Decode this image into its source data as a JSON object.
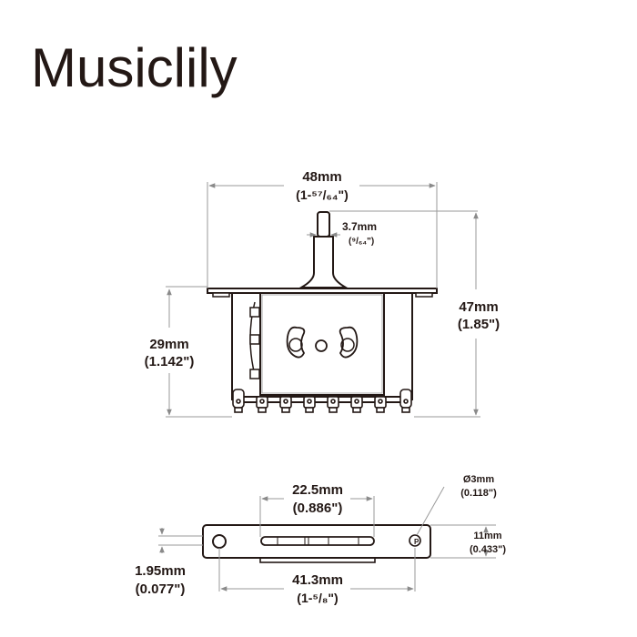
{
  "brand": "Musiclily",
  "top_view": {
    "width": {
      "mm": "48mm",
      "inch": "(1-⁵⁷/₆₄\")"
    },
    "lever_width": {
      "mm": "3.7mm",
      "inch": "(⁹/₆₄\")"
    },
    "total_height": {
      "mm": "47mm",
      "inch": "(1.85\")"
    },
    "body_height": {
      "mm": "29mm",
      "inch": "(1.142\")"
    },
    "terminal_count": 8
  },
  "bottom_view": {
    "slot_length": {
      "mm": "22.5mm",
      "inch": "(0.886\")"
    },
    "hole_diameter": {
      "mm": "Ø3mm",
      "inch": "(0.118\")"
    },
    "plate_height": {
      "mm": "11mm",
      "inch": "(0.433\")"
    },
    "plate_thickness": {
      "mm": "1.95mm",
      "inch": "(0.077\")"
    },
    "hole_spacing": {
      "mm": "41.3mm",
      "inch": "(1-⁵/₈\")"
    }
  },
  "colors": {
    "ink": "#231815",
    "dim_line": "#9a9a9a"
  }
}
